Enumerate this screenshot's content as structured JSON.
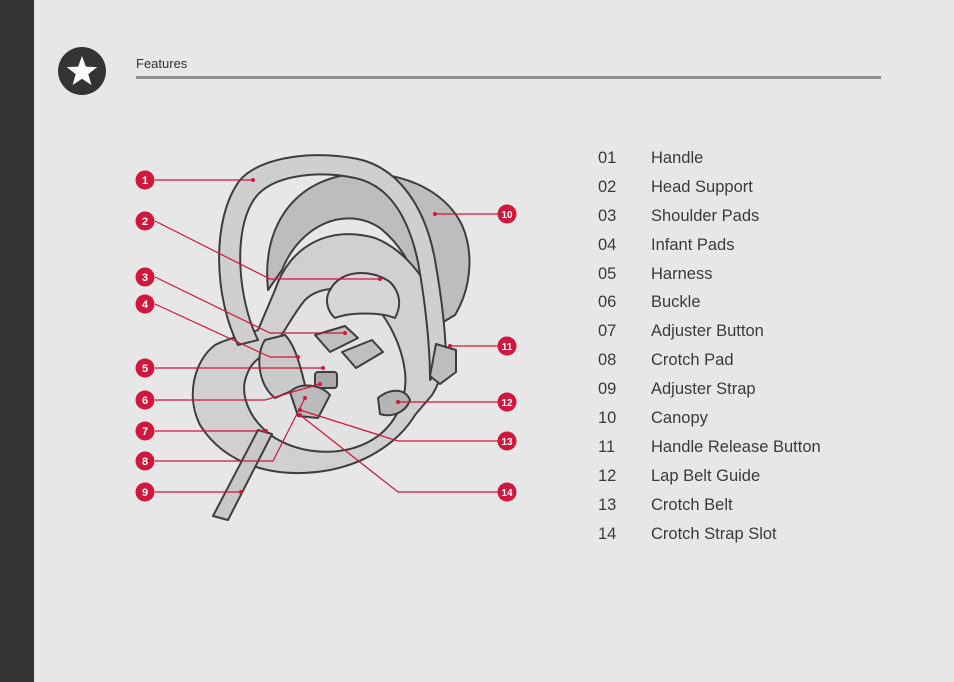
{
  "header": {
    "title": "Features"
  },
  "features": [
    {
      "num": "01",
      "label": "Handle"
    },
    {
      "num": "02",
      "label": "Head Support"
    },
    {
      "num": "03",
      "label": "Shoulder Pads"
    },
    {
      "num": "04",
      "label": "Infant Pads"
    },
    {
      "num": "05",
      "label": "Harness"
    },
    {
      "num": "06",
      "label": "Buckle"
    },
    {
      "num": "07",
      "label": "Adjuster Button"
    },
    {
      "num": "08",
      "label": "Crotch Pad"
    },
    {
      "num": "09",
      "label": "Adjuster Strap"
    },
    {
      "num": "10",
      "label": "Canopy"
    },
    {
      "num": "11",
      "label": "Handle Release Button"
    },
    {
      "num": "12",
      "label": "Lap Belt Guide"
    },
    {
      "num": "13",
      "label": "Crotch Belt"
    },
    {
      "num": "14",
      "label": "Crotch Strap Slot"
    }
  ],
  "callouts": [
    "1",
    "2",
    "3",
    "4",
    "5",
    "6",
    "7",
    "8",
    "9",
    "10",
    "11",
    "12",
    "13",
    "14"
  ],
  "colors": {
    "accent": "#d0173d",
    "sidebar": "#363334",
    "background": "#e7e7e7"
  }
}
